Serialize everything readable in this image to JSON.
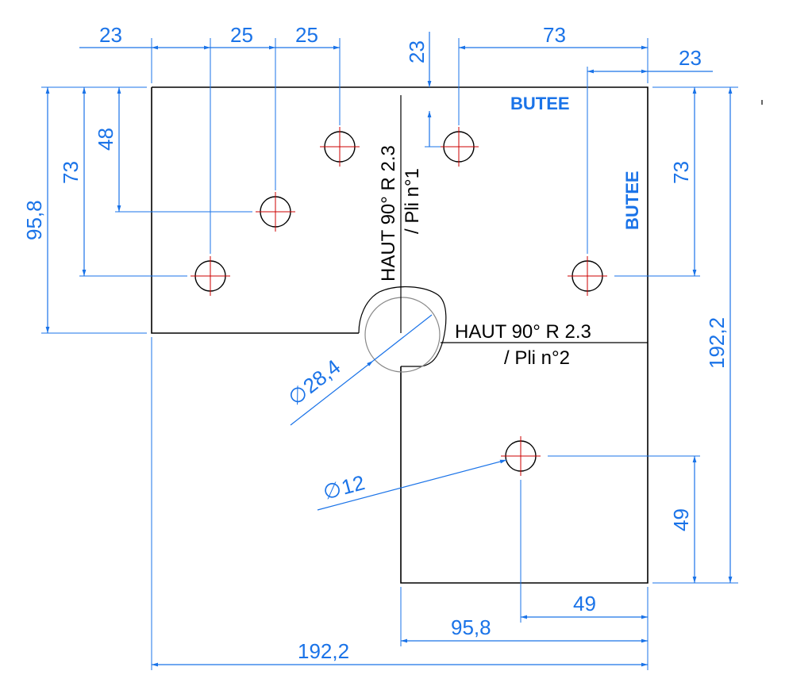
{
  "dimensions": {
    "top_23_left": "23",
    "top_25_a": "25",
    "top_25_b": "25",
    "top_23_vertical": "23",
    "top_73": "73",
    "top_23_right": "23",
    "left_95_8": "95,8",
    "left_73": "73",
    "left_48": "48",
    "right_73": "73",
    "right_192_2": "192,2",
    "right_49": "49",
    "bottom_49": "49",
    "bottom_95_8": "95,8",
    "bottom_192_2": "192,2",
    "diam_28_4": "28,4",
    "diam_12": "12",
    "diam_symbol": "∅"
  },
  "notes": {
    "bend1_line1": "HAUT  90°  R 2.3",
    "bend1_line2": "/ Pli n°1",
    "bend2_line1": "HAUT  90°  R 2.3",
    "bend2_line2": "/ Pli n°2",
    "butee_top": "BUTEE",
    "butee_side": "BUTEE"
  },
  "colors": {
    "dimension": "#1a73e8",
    "outline": "#000000",
    "centerline": "#cc0000"
  }
}
